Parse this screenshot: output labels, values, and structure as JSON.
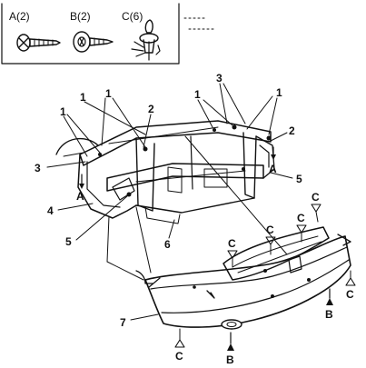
{
  "legend": [
    {
      "label": "A(2)",
      "icon": "flat-head-screw-icon"
    },
    {
      "label": "B(2)",
      "icon": "washer-screw-icon"
    },
    {
      "label": "C(6)",
      "icon": "plastic-clip-icon"
    }
  ],
  "callouts": {
    "c1a": "1",
    "c1b": "1",
    "c1c": "1",
    "c1d": "1",
    "c1e": "1",
    "c2a": "2",
    "c2b": "2",
    "c3a": "3",
    "c3b": "3",
    "c4": "4",
    "c5a": "5",
    "c5b": "5",
    "c6": "6",
    "c7": "7"
  },
  "fastener_marks": {
    "A_left": "A",
    "A_right": "A",
    "C_top1": "C",
    "C_top2": "C",
    "C_top3": "C",
    "C_top4": "C",
    "C_right": "C",
    "B_right": "B",
    "C_bottom": "C",
    "B_bottom": "B"
  }
}
